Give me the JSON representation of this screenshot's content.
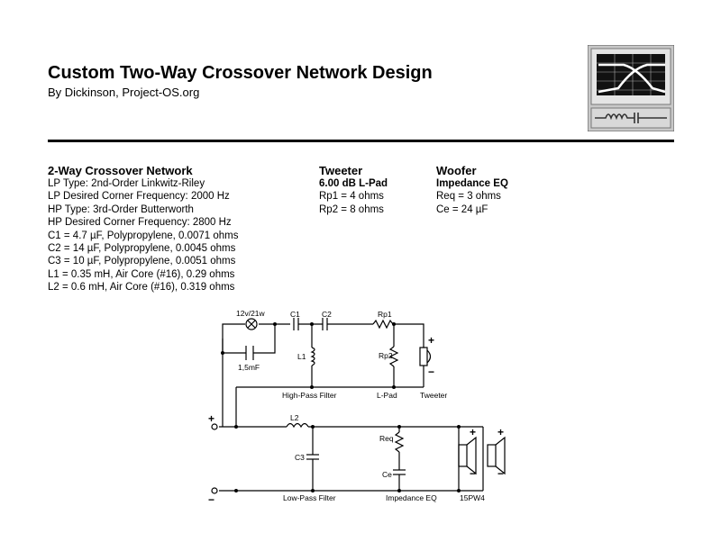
{
  "header": {
    "title": "Custom Two-Way Crossover Network Design",
    "byline": "By Dickinson, Project-OS.org"
  },
  "network": {
    "heading": "2-Way Crossover Network",
    "lines": [
      "LP Type:  2nd-Order Linkwitz-Riley",
      "LP Desired Corner Frequency:  2000 Hz",
      "HP Type:  3rd-Order Butterworth",
      "HP Desired Corner Frequency:  2800 Hz",
      "C1 =  4.7 µF,  Polypropylene, 0.0071 ohms",
      "C2 =  14 µF,  Polypropylene, 0.0045 ohms",
      "C3 =  10 µF,  Polypropylene, 0.0051 ohms",
      "L1 =  0.35 mH,  Air Core (#16), 0.29 ohms",
      "L2 =  0.6 mH,  Air Core (#16), 0.319 ohms"
    ]
  },
  "tweeter": {
    "heading": "Tweeter",
    "subheading": "6.00 dB L-Pad",
    "lines": [
      "Rp1 =  4 ohms",
      "Rp2 =  8 ohms"
    ]
  },
  "woofer": {
    "heading": "Woofer",
    "subheading": "Impedance EQ",
    "lines": [
      "Req =  3 ohms",
      "Ce =     24 µF"
    ]
  },
  "schematic": {
    "lamp_label": "12v/21w",
    "cap_label": "1,5mF",
    "c1": "C1",
    "c2": "C2",
    "rp1": "Rp1",
    "rp2": "Rp2",
    "l1": "L1",
    "l2": "L2",
    "c3": "C3",
    "req": "Req",
    "ce": "Ce",
    "hp_filter": "High-Pass Filter",
    "lpad": "L-Pad",
    "tweeter": "Tweeter",
    "lp_filter": "Low-Pass Filter",
    "imp_eq": "Impedance EQ",
    "woofer_model": "15PW4",
    "plus": "+",
    "minus": "−"
  }
}
